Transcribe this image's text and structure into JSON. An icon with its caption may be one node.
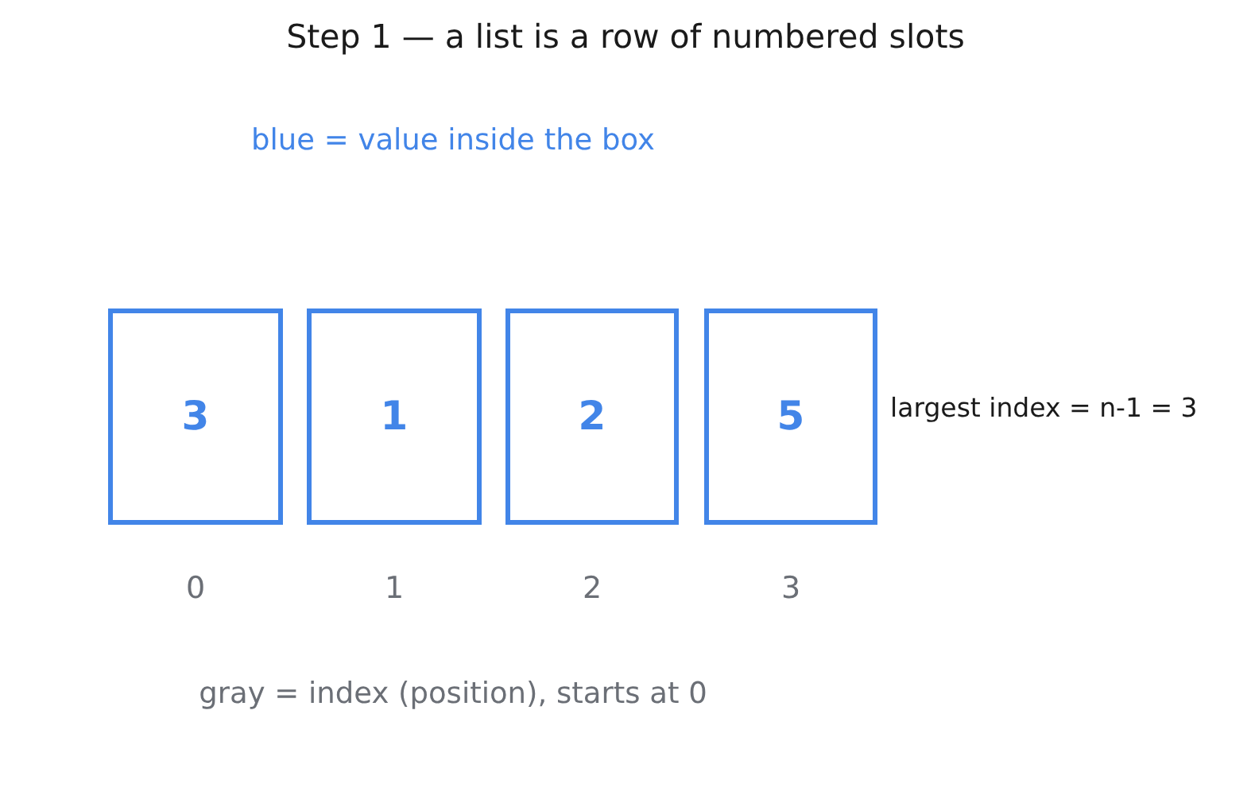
{
  "diagram": {
    "title": "Step 1 — a list is a row of numbered slots",
    "nodes": [
      {
        "text": [
          "3"
        ],
        "beside": [
          "0"
        ]
      },
      {
        "text": [
          "1"
        ],
        "beside": [
          "1"
        ]
      },
      {
        "text": [
          "2"
        ],
        "beside": [
          "2"
        ]
      },
      {
        "text": [
          "5"
        ],
        "beside": [
          "3"
        ]
      }
    ],
    "labels": [
      "blue = value inside the box",
      "largest index = n-1 = 3",
      "gray = index (position), starts at 0"
    ]
  }
}
